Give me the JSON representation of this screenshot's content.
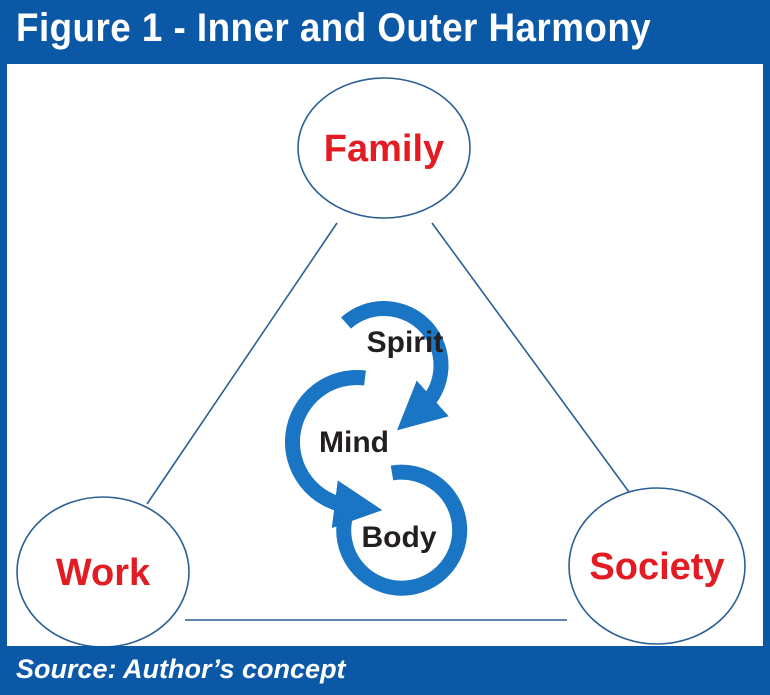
{
  "title": "Figure 1 - Inner and Outer Harmony",
  "source": "Source: Author’s concept",
  "colors": {
    "brand_blue": "#0a58a6",
    "outer_label": "#e31b23",
    "inner_label": "#231f20",
    "arrow": "#1a75c4",
    "outline": "#2b5f94"
  },
  "outer_nodes": {
    "top": "Family",
    "left": "Work",
    "right": "Society"
  },
  "inner_nodes": {
    "top": "Spirit",
    "middle": "Mind",
    "bottom": "Body"
  }
}
